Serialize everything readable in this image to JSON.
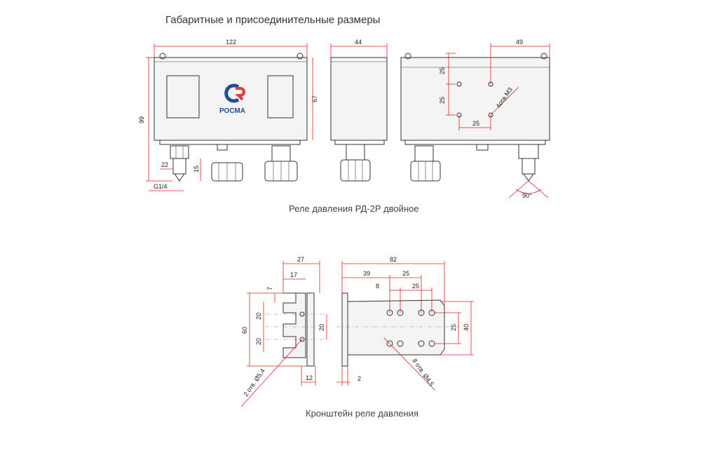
{
  "title": "Габаритные и присоединительные размеры",
  "captions": {
    "relay": "Реле давления РД-2Р двойное",
    "bracket": "Кронштейн реле давления"
  },
  "logo": {
    "text": "РОСМА",
    "colors": {
      "blue": "#1f4e96",
      "red": "#e53935"
    }
  },
  "relay_dims": {
    "width": "122",
    "height_total": "99",
    "height_body": "67",
    "depth": "44",
    "hole_spacing": "49",
    "v1": "25",
    "v2": "25",
    "h1": "25",
    "holes": "4отв.М3",
    "nut": "22",
    "fitting": "15",
    "thread": "G1/4",
    "angle": "90°"
  },
  "bracket_dims": {
    "w27": "27",
    "w17": "17",
    "d7": "7",
    "h60": "60",
    "s20a": "20",
    "s20b": "20",
    "s20c": "20",
    "w12": "12",
    "holes_left": "2 отв. Ø5,4",
    "w82": "82",
    "d39": "39",
    "d25a": "25",
    "d8": "8",
    "d25b": "25",
    "h25": "25",
    "h40": "40",
    "t2": "2",
    "holes_right": "8 отв. Ø4,5"
  },
  "colors": {
    "dimension_line": "#e02020",
    "outline": "#333333"
  }
}
